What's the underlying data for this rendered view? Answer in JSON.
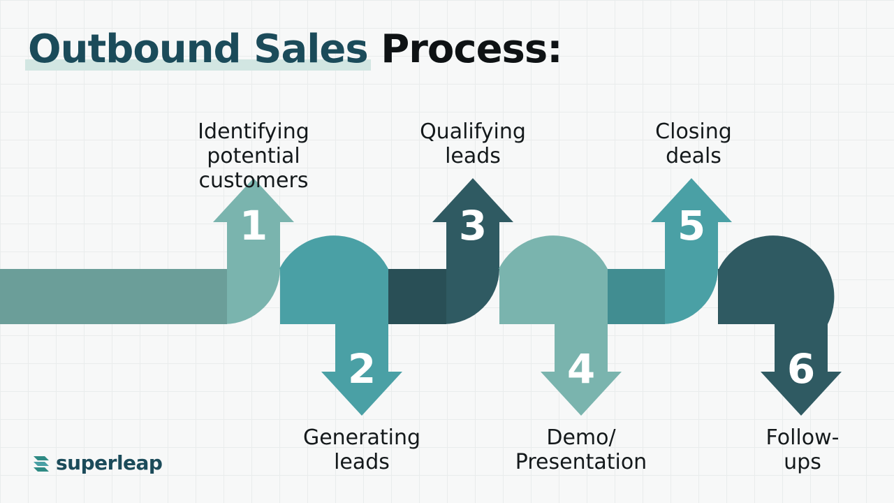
{
  "title": {
    "highlight": "Outbound Sales",
    "rest": " Process:"
  },
  "steps": [
    {
      "number": "1",
      "label": "Identifying potential\ncustomers",
      "direction": "up",
      "color": "#7ab4ae"
    },
    {
      "number": "2",
      "label": "Generating\nleads",
      "direction": "down",
      "color": "#4aa0a5"
    },
    {
      "number": "3",
      "label": "Qualifying\nleads",
      "direction": "up",
      "color": "#2f5a62"
    },
    {
      "number": "4",
      "label": "Demo/\nPresentation",
      "direction": "down",
      "color": "#7ab4ae"
    },
    {
      "number": "5",
      "label": "Closing\ndeals",
      "direction": "up",
      "color": "#4aa0a5"
    },
    {
      "number": "6",
      "label": "Follow-\nups",
      "direction": "down",
      "color": "#2f5a62"
    }
  ],
  "logo": {
    "text": "superleap",
    "icon": "superleap-logo-icon",
    "color": "#2f8a84"
  }
}
